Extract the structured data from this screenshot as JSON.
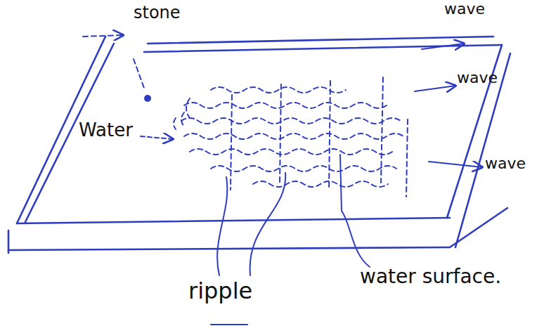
{
  "diagram": {
    "labels": [
      "stone",
      "wave",
      "wave",
      "wave",
      "Water",
      "ripple",
      "water surface."
    ]
  }
}
